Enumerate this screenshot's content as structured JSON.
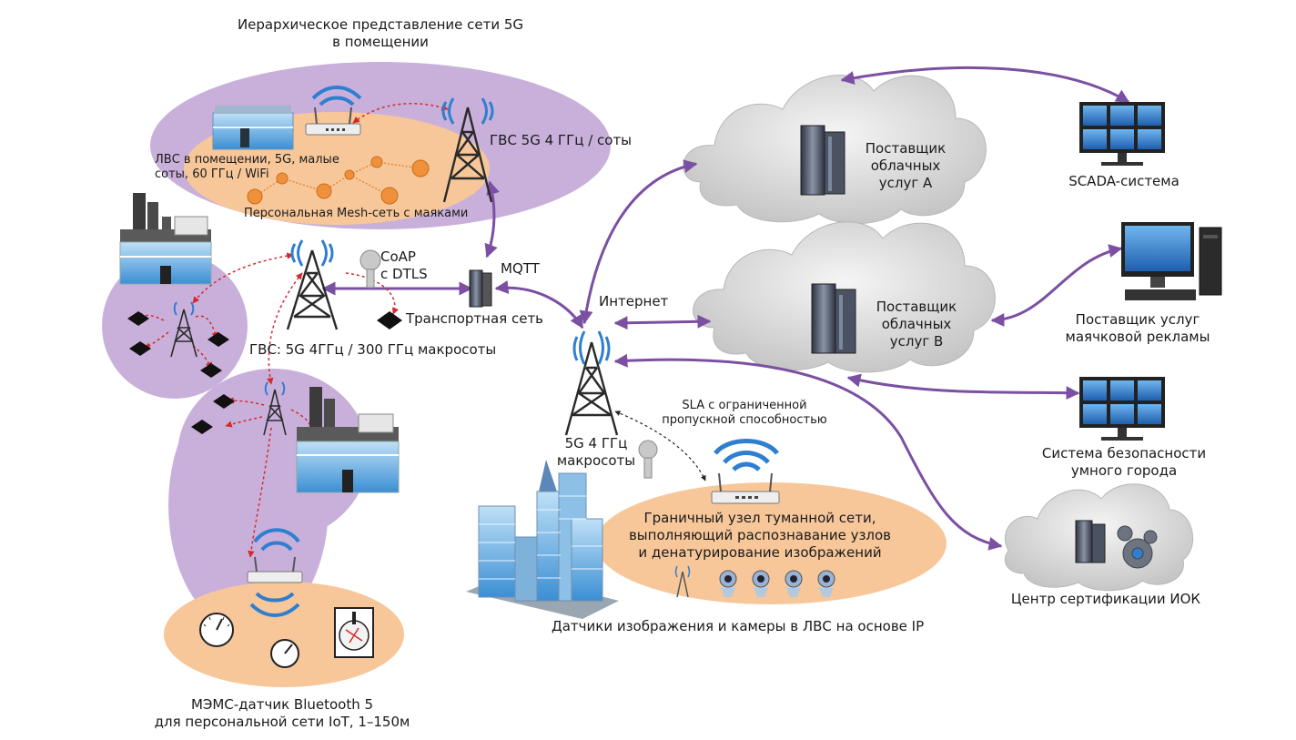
{
  "labels": {
    "title_indoor": "Иерархическое представление сети 5G\nв помещении",
    "lan_indoor": "ЛВС в помещении, 5G, малые\nсоты, 60 ГГц / WiFi",
    "wan_5g_cells": "ГВС 5G 4 ГГц / соты",
    "personal_mesh": "Персональная Mesh-сеть с маяками",
    "coap_dtls": "CoAP\nс DTLS",
    "mqtt": "MQTT",
    "transport_net": "Транспортная сеть",
    "wan_macro": "ГВС: 5G 4ГГц / 300 ГГц макросоты",
    "internet": "Интернет",
    "sla": "SLA с ограниченной\nпропускной способностью",
    "macro_5g": "5G 4 ГГц\nмакросоты",
    "cloud_a": "Поставщик\nоблачных\nуслуг A",
    "cloud_b": "Поставщик\nоблачных\nуслуг B",
    "scada": "SCADA-система",
    "beacon_ads": "Поставщик услуг\nмаячковой рекламы",
    "city_security": "Система безопасности\nумного города",
    "pki": "Центр сертификации ИОК",
    "fog_node": "Граничный узел туманной сети,\nвыполняющий распознавание узлов\nи денатурирование изображений",
    "cameras": "Датчики изображения и камеры в ЛВС на основе IP",
    "mems": "МЭМС-датчик Bluetooth 5\nдля персональной сети IoT, 1–150м"
  },
  "colors": {
    "purple_zone": "#c9b0db",
    "orange_zone": "#f7c79a",
    "purple_arrow": "#7b4fa2",
    "red_dotted": "#d42a2a",
    "cloud": "#d4d4d4",
    "signal_blue": "#2f7fd0"
  },
  "icons": [
    "cell-tower-icon",
    "wifi-router-icon",
    "factory-icon",
    "server-icon",
    "cloud-icon",
    "monitor-wall-icon",
    "desktop-pc-icon",
    "key-icon",
    "skyscraper-icon",
    "camera-icon",
    "sensor-gauge-icon",
    "beacon-node-icon"
  ]
}
